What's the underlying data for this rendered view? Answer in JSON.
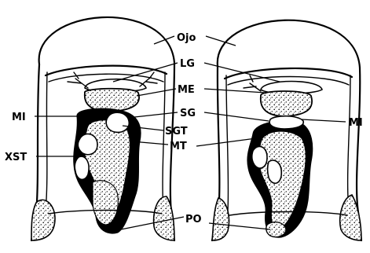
{
  "labels": {
    "ojo": "Ojo",
    "lg": "LG",
    "me": "ME",
    "sg": "SG",
    "sgt": "SGT",
    "mt": "MT",
    "mi_left": "MI",
    "mi_right": "MI",
    "xst": "XST",
    "po": "PO"
  }
}
